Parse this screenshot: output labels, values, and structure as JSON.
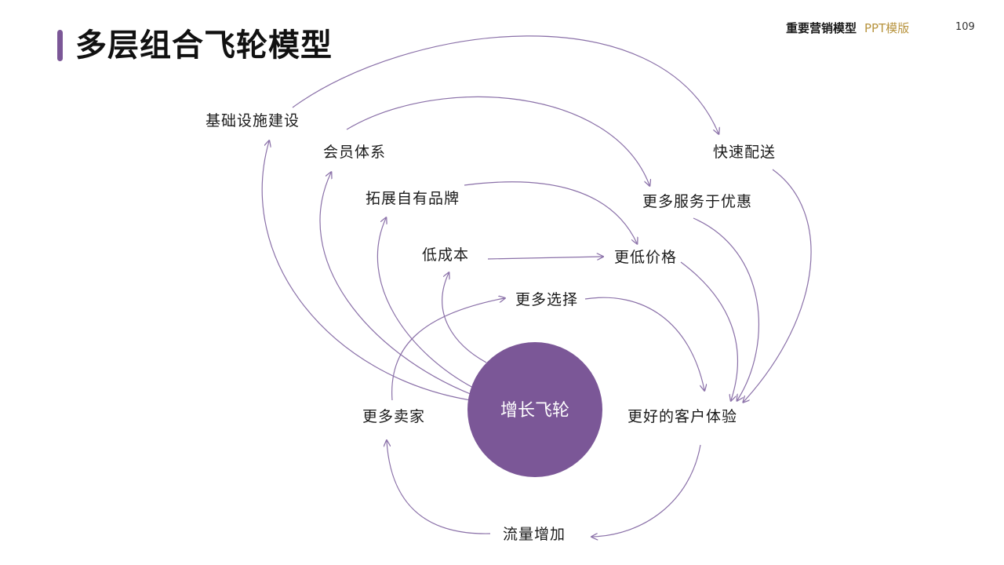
{
  "header": {
    "title": "多层组合飞轮模型",
    "series": "重要营销模型",
    "template": "PPT模版",
    "page_number": "109"
  },
  "colors": {
    "accent": "#7b5797",
    "line": "#8a70a8",
    "template_text": "#b8943f",
    "center_text": "#ffffff"
  },
  "diagram": {
    "center": "增长飞轮",
    "nodes": {
      "infrastructure": "基础设施建设",
      "membership": "会员体系",
      "own_brand": "拓展自有品牌",
      "low_cost": "低成本",
      "more_choice": "更多选择",
      "more_sellers": "更多卖家",
      "better_experience": "更好的客户体验",
      "traffic": "流量增加",
      "lower_price": "更低价格",
      "more_services": "更多服务于优惠",
      "fast_delivery": "快速配送"
    }
  }
}
